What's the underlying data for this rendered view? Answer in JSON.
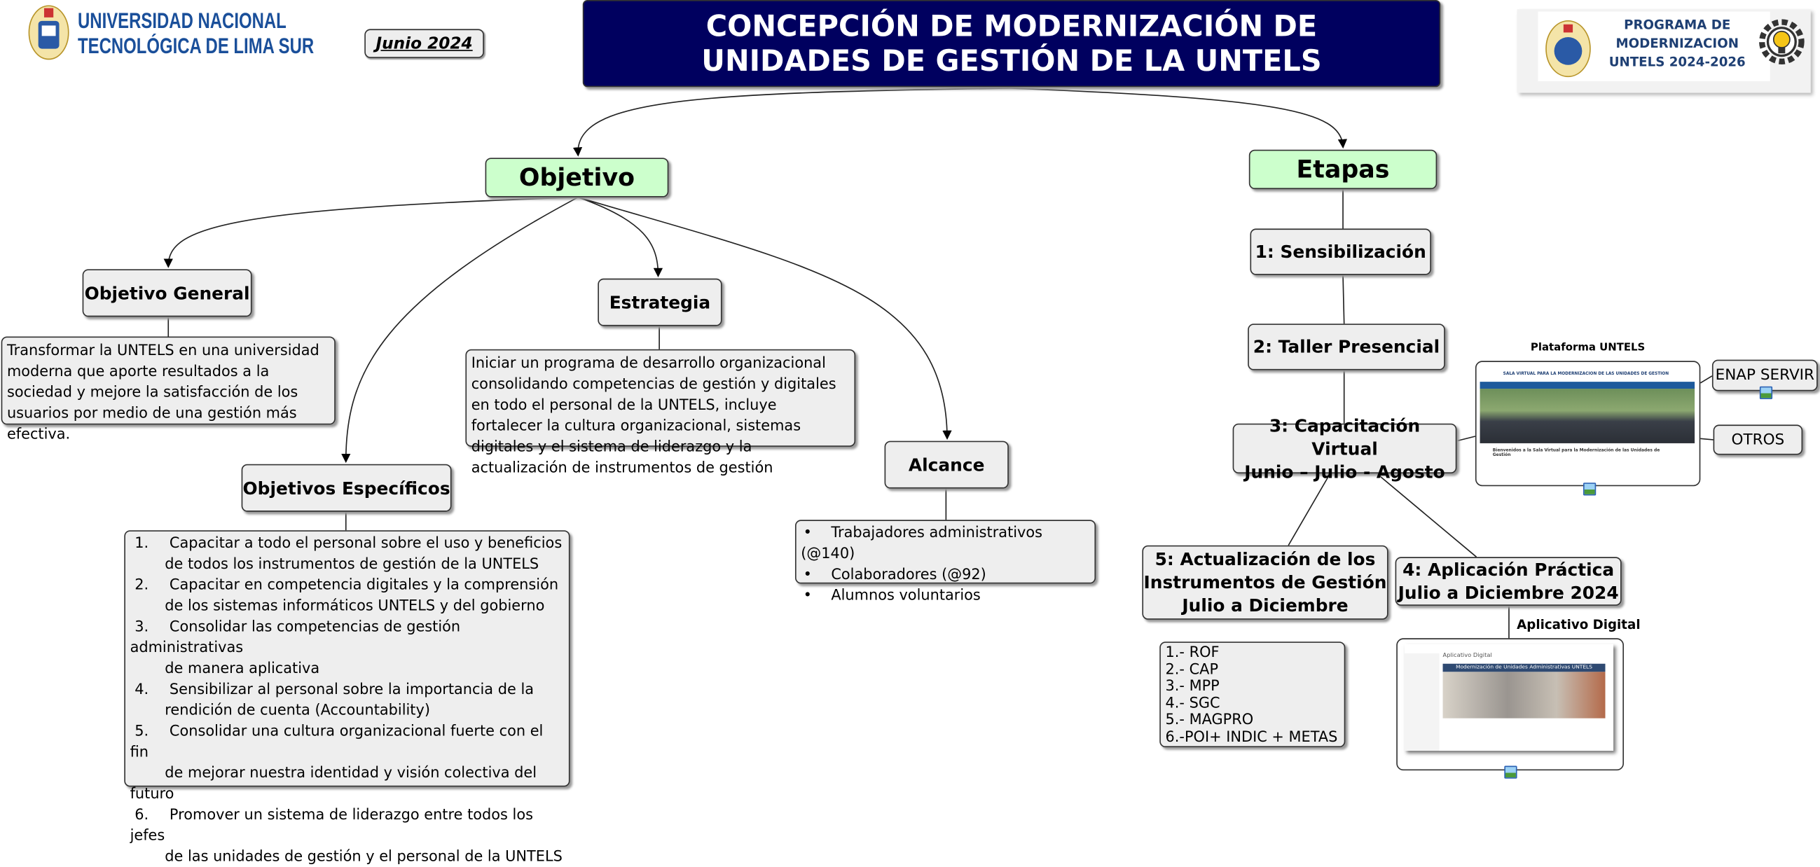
{
  "header": {
    "university_line1": "UNIVERSIDAD NACIONAL",
    "university_line2": "TECNOLÓGICA DE LIMA SUR",
    "date": "Junio 2024",
    "title_line1": "CONCEPCIÓN DE MODERNIZACIÓN DE",
    "title_line2": "UNIDADES DE GESTIÓN DE LA UNTELS",
    "program_line1": "PROGRAMA DE",
    "program_line2": "MODERNIZACION",
    "program_line3": "UNTELS 2024-2026",
    "title_color": "#00005f",
    "brand_blue": "#1a4f9a"
  },
  "objetivo": {
    "label": "Objetivo",
    "general": {
      "label": "Objetivo General",
      "text": "Transformar la UNTELS en una universidad moderna que aporte resultados a la sociedad y mejore la satisfacción de los usuarios por medio de una gestión más efectiva."
    },
    "estrategia": {
      "label": "Estrategia",
      "text": "Iniciar un programa de desarrollo organizacional consolidando competencias de gestión y digitales en todo el personal de la UNTELS, incluye fortalecer la cultura organizacional, sistemas digitales y el sistema de liderazgo y la actualización de instrumentos de gestión"
    },
    "especificos": {
      "label": "Objetivos Específicos",
      "items": [
        {
          "num": "1.",
          "line1": "Capacitar a todo el personal sobre el uso y beneficios",
          "line2": "de todos los instrumentos de gestión de la UNTELS"
        },
        {
          "num": "2.",
          "line1": "Capacitar en competencia digitales y la comprensión",
          "line2": "de los sistemas informáticos UNTELS y del gobierno"
        },
        {
          "num": "3.",
          "line1": "Consolidar las competencias de gestión administrativas",
          "line2": "de manera aplicativa"
        },
        {
          "num": "4.",
          "line1": "Sensibilizar al personal sobre la importancia de la",
          "line2": "rendición de cuenta (Accountability)"
        },
        {
          "num": "5.",
          "line1": "Consolidar una cultura organizacional fuerte con el fin",
          "line2": "de mejorar nuestra identidad y visión colectiva del futuro"
        },
        {
          "num": "6.",
          "line1": "Promover un sistema de liderazgo entre todos los jefes",
          "line2": "de las unidades de gestión y el personal de la UNTELS"
        }
      ]
    },
    "alcance": {
      "label": "Alcance",
      "items": [
        "Trabajadores administrativos (@140)",
        "Colaboradores (@92)",
        "Alumnos voluntarios"
      ]
    }
  },
  "etapas": {
    "label": "Etapas",
    "e1": "1: Sensibilización",
    "e2": "2: Taller Presencial",
    "e3_line1": "3: Capacitación Virtual",
    "e3_line2": "Junio – Julio - Agosto",
    "e4_line1": "4: Aplicación Práctica",
    "e4_line2": "Julio a Diciembre 2024",
    "e5_line1": "5: Actualización de los",
    "e5_line2": "Instrumentos de Gestión",
    "e5_line3": "Julio a Diciembre",
    "plataforma_label": "Plataforma UNTELS",
    "plataforma_header": "SALA VIRTUAL PARA LA MODERNIZACION DE LAS UNIDADES DE GESTION",
    "plataforma_welcome": "Bienvenidos a la Sala Virtual para la Modernización de las Unidades de Gestión",
    "enap": "ENAP SERVIR",
    "otros": "OTROS",
    "aplicativo_label": "Aplicativo Digital",
    "aplicativo_title": "Aplicativo Digital",
    "aplicativo_banner": "Modernización de Unidades Administrativas UNTELS",
    "instrumentos": [
      "1.- ROF",
      "2.- CAP",
      "3.- MPP",
      "4.- SGC",
      "5.- MAGPRO",
      "6.-POI+ INDIC + METAS"
    ]
  }
}
